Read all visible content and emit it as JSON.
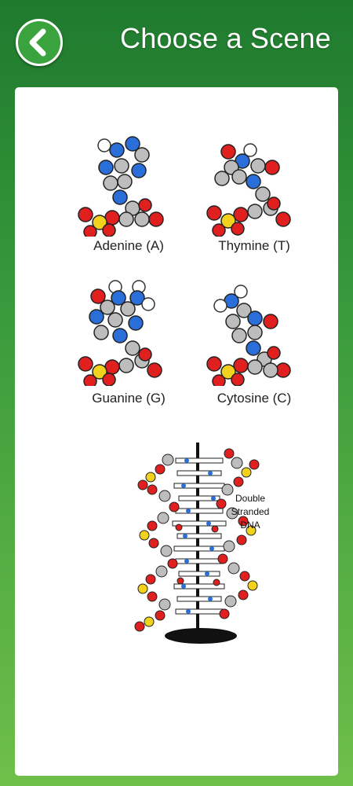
{
  "header": {
    "title": "Choose a Scene",
    "back_icon": "chevron-left-icon"
  },
  "colors": {
    "header_green": "#1f7a2e",
    "bottom_green": "#6fbf4a",
    "atom_blue": "#2a6fd9",
    "atom_red": "#e01f1f",
    "atom_yellow": "#f2d21d",
    "atom_gray": "#bdbdbd"
  },
  "scenes": [
    {
      "label": "Adenine (A)"
    },
    {
      "label": "Thymine (T)"
    },
    {
      "label": "Guanine (G)"
    },
    {
      "label": "Cytosine (C)"
    }
  ],
  "dna": {
    "lines": [
      "Double",
      "Stranded",
      "DNA"
    ]
  }
}
